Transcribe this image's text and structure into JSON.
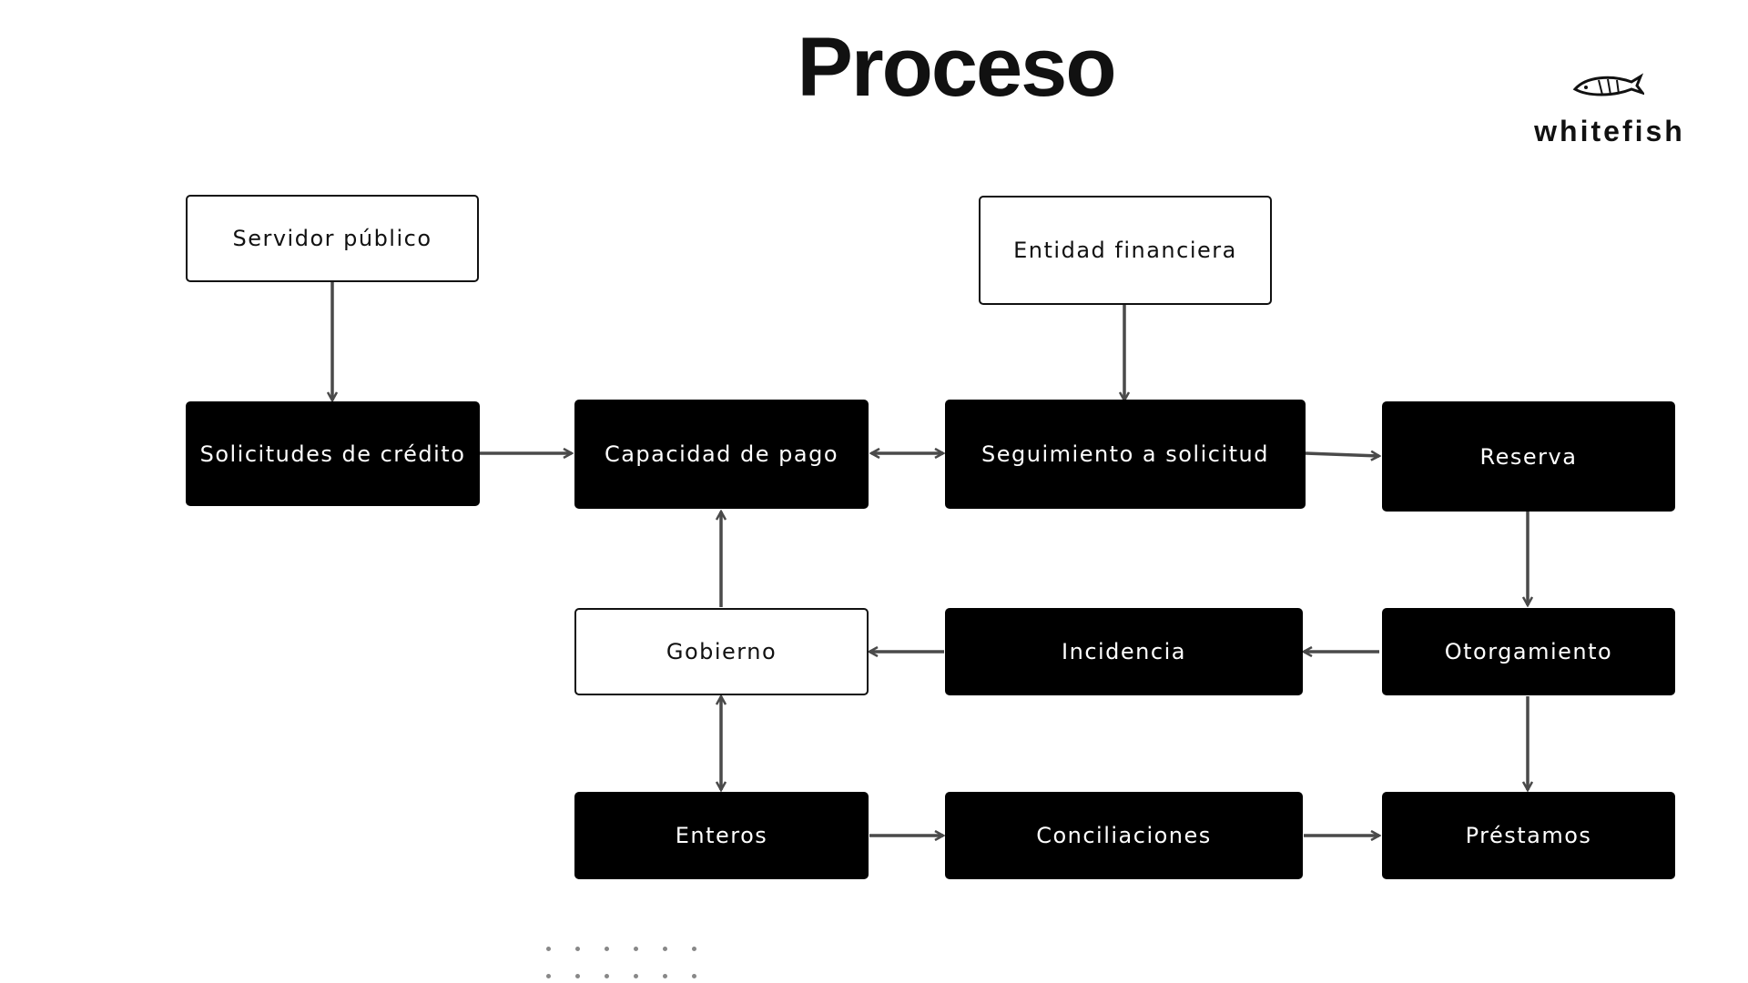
{
  "title": "Proceso",
  "logo": {
    "text": "whitefish"
  },
  "nodes": {
    "servidor": "Servidor público",
    "entidad": "Entidad financiera",
    "solicitudes": "Solicitudes de crédito",
    "capacidad": "Capacidad de pago",
    "seguimiento": "Seguimiento a solicitud",
    "reserva": "Reserva",
    "gobierno": "Gobierno",
    "incidencia": "Incidencia",
    "otorgamiento": "Otorgamiento",
    "enteros": "Enteros",
    "conciliaciones": "Conciliaciones",
    "prestamos": "Préstamos"
  },
  "colors": {
    "box_dark": "#000000",
    "box_light": "#ffffff",
    "arrow": "#4a4a4a"
  }
}
